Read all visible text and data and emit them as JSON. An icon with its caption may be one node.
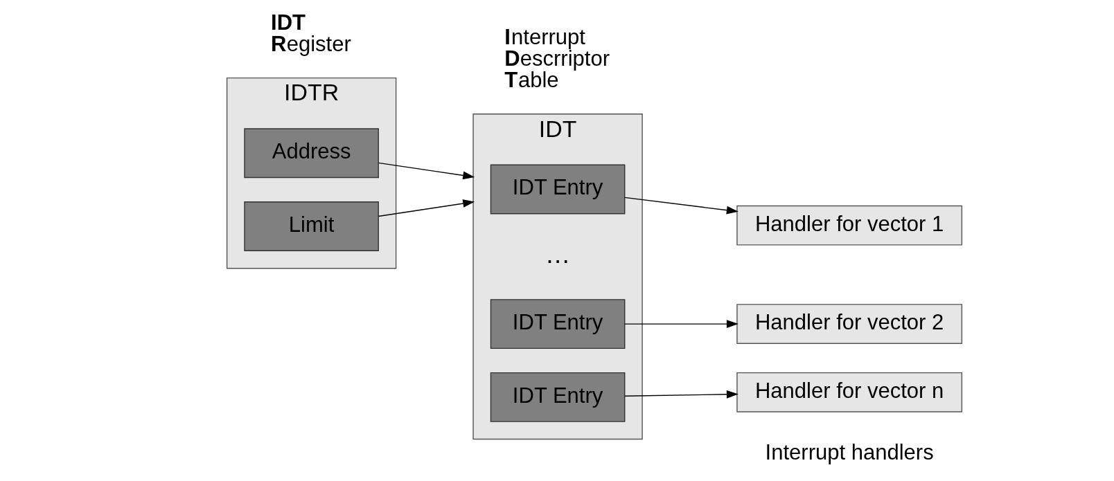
{
  "diagram": {
    "nodes": [
      {
        "text": [
          "IDTR"
        ],
        "beside": [
          "**IDT** **R**egister"
        ]
      },
      {
        "text": [
          "Address"
        ],
        "in": 0
      },
      {
        "text": [
          "Limit"
        ],
        "in": 0
      },
      {
        "text": [
          "IDT"
        ],
        "beside": [
          "**I**nterrupt **D**escrriptor **T**able"
        ]
      },
      {
        "text": [
          "IDT Entry"
        ],
        "in": 3
      },
      {
        "text": [
          "IDT Entry"
        ],
        "in": 3
      },
      {
        "text": [
          "IDT Entry"
        ],
        "in": 3
      },
      {
        "text": [
          "Handler for vector 1"
        ]
      },
      {
        "text": [
          "Handler for vector 2"
        ]
      },
      {
        "text": [
          "Handler for vector n"
        ]
      }
    ],
    "edges": [
      {
        "from": 1,
        "to": 3,
        "arrow": "to"
      },
      {
        "from": 2,
        "to": 3,
        "arrow": "to"
      },
      {
        "from": 4,
        "to": 7,
        "arrow": "to"
      },
      {
        "from": 5,
        "to": 8,
        "arrow": "to"
      },
      {
        "from": 6,
        "to": 9,
        "arrow": "to"
      }
    ],
    "labels": [
      "…",
      "Interrupt handlers"
    ]
  }
}
